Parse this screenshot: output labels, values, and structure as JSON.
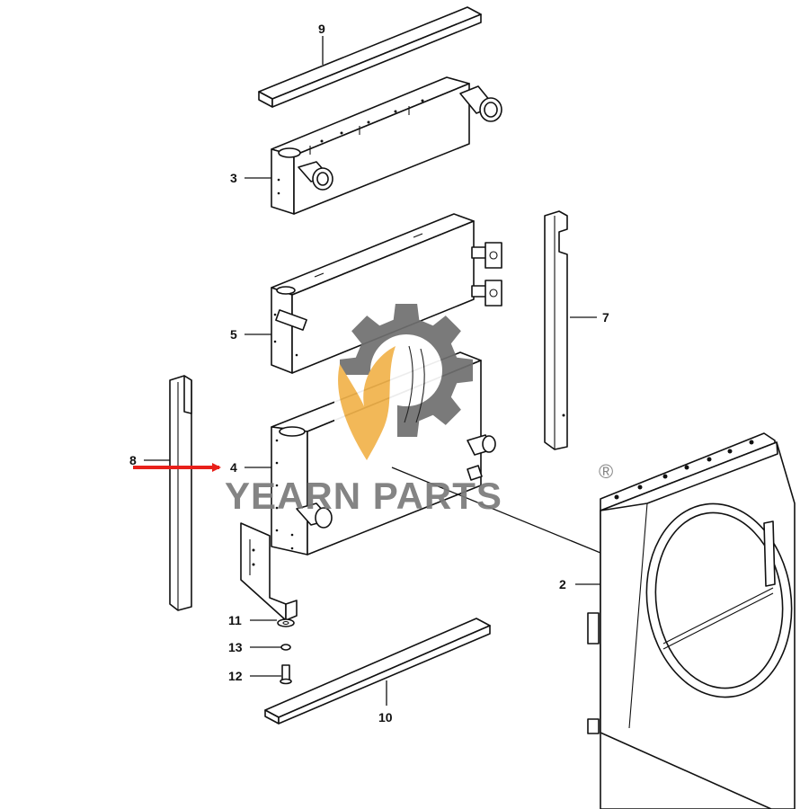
{
  "diagram": {
    "callouts": [
      {
        "id": "9",
        "label": "9",
        "part": "top-seal-strip"
      },
      {
        "id": "3",
        "label": "3",
        "part": "charge-air-cooler"
      },
      {
        "id": "5",
        "label": "5",
        "part": "oil-cooler"
      },
      {
        "id": "7",
        "label": "7",
        "part": "right-side-seal"
      },
      {
        "id": "8",
        "label": "8",
        "part": "left-side-seal"
      },
      {
        "id": "4",
        "label": "4",
        "part": "radiator-core"
      },
      {
        "id": "2",
        "label": "2",
        "part": "fan-shroud"
      },
      {
        "id": "11",
        "label": "11",
        "part": "washer"
      },
      {
        "id": "13",
        "label": "13",
        "part": "nut"
      },
      {
        "id": "12",
        "label": "12",
        "part": "bolt"
      },
      {
        "id": "10",
        "label": "10",
        "part": "bottom-seal-strip"
      }
    ],
    "highlight": {
      "target": "4",
      "color": "#e8201a"
    }
  },
  "watermark": {
    "text": "YEARN PARTS",
    "registered_mark": "®",
    "text_color": "#7a7a7a",
    "gear_color": "#6f6f6f",
    "flame_color": "#f1b24a"
  }
}
